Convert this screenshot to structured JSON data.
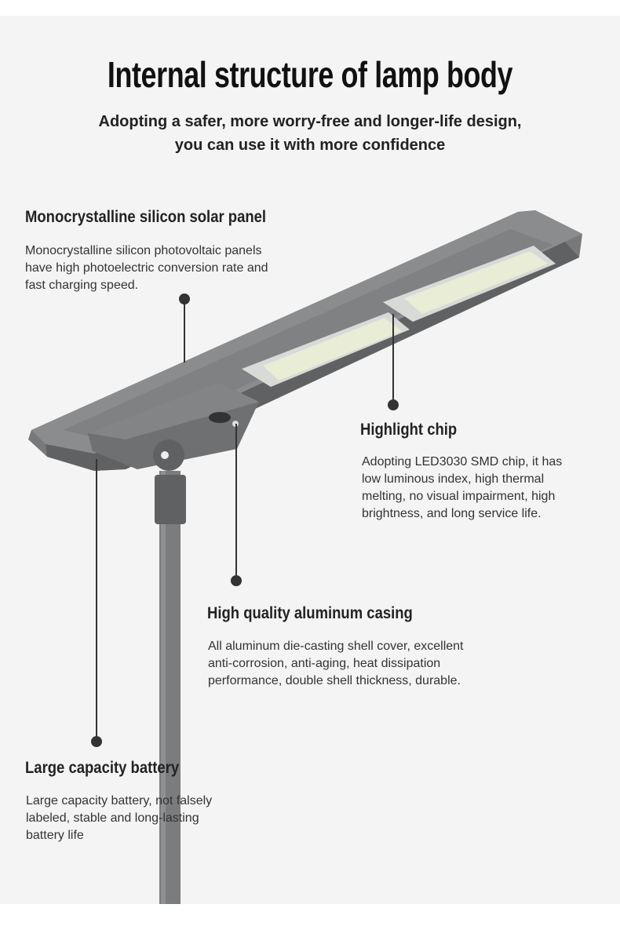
{
  "title": "Internal structure of lamp body",
  "subtitle": [
    "Adopting a safer, more worry-free and longer-life design,",
    "you can use it with more confidence"
  ],
  "features": [
    {
      "heading": "Monocrystalline silicon solar panel",
      "text": [
        "Monocrystalline silicon photovoltaic panels",
        "have high photoelectric conversion rate and",
        "fast charging speed."
      ]
    },
    {
      "heading": "Highlight chip",
      "text": [
        "Adopting LED3030 SMD chip, it has",
        "low luminous index, high thermal",
        "melting, no visual impairment, high",
        "brightness, and long service life."
      ]
    },
    {
      "heading": "High quality aluminum casing",
      "text": [
        "All aluminum die-casting shell cover, excellent",
        "anti-corrosion, anti-aging, heat dissipation",
        "performance, double shell thickness, durable."
      ]
    },
    {
      "heading": "Large capacity battery",
      "text": [
        "Large capacity battery, not falsely",
        "labeled, stable and long-lasting",
        "battery life"
      ]
    }
  ],
  "colors": {
    "background": "#f4f4f4",
    "lamp": "#7c7e80",
    "lamp_dark": "#5e6062",
    "led": "#e8ecd8",
    "callout": "#333333"
  }
}
